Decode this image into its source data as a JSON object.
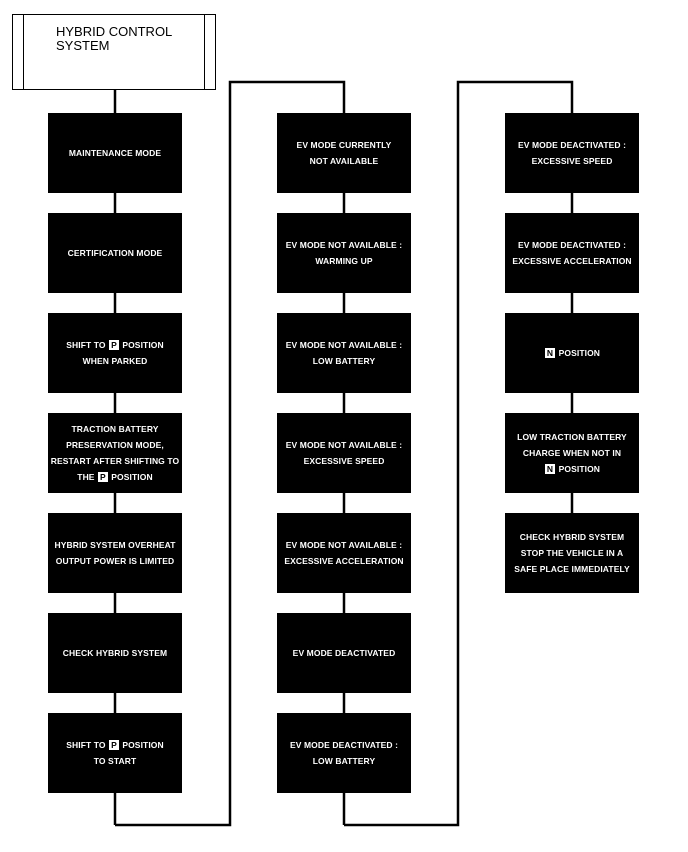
{
  "title": "HYBRID CONTROL\nSYSTEM",
  "colors": {
    "box": "#000000",
    "text": "#ffffff",
    "line": "#000000"
  },
  "columns": [
    [
      {
        "lines": [
          "MAINTENANCE MODE"
        ]
      },
      {
        "lines": [
          "CERTIFICATION MODE"
        ]
      },
      {
        "lines": [
          "SHIFT TO [P] POSITION",
          "WHEN PARKED"
        ]
      },
      {
        "lines": [
          "TRACTION BATTERY",
          "PRESERVATION MODE,",
          "RESTART AFTER SHIFTING TO",
          "THE [P] POSITION"
        ]
      },
      {
        "lines": [
          "HYBRID SYSTEM OVERHEAT",
          "OUTPUT POWER IS LIMITED"
        ]
      },
      {
        "lines": [
          "CHECK HYBRID SYSTEM"
        ]
      },
      {
        "lines": [
          "SHIFT TO [P] POSITION",
          "TO START"
        ]
      }
    ],
    [
      {
        "lines": [
          "EV MODE CURRENTLY",
          "NOT AVAILABLE"
        ]
      },
      {
        "lines": [
          "EV MODE NOT AVAILABLE :",
          "WARMING UP"
        ]
      },
      {
        "lines": [
          "EV MODE NOT AVAILABLE :",
          "LOW BATTERY"
        ]
      },
      {
        "lines": [
          "EV MODE NOT AVAILABLE :",
          "EXCESSIVE SPEED"
        ]
      },
      {
        "lines": [
          "EV MODE NOT AVAILABLE :",
          "EXCESSIVE ACCELERATION"
        ]
      },
      {
        "lines": [
          "EV MODE DEACTIVATED"
        ]
      },
      {
        "lines": [
          "EV MODE DEACTIVATED :",
          "LOW BATTERY"
        ]
      }
    ],
    [
      {
        "lines": [
          "EV MODE DEACTIVATED :",
          "EXCESSIVE SPEED"
        ]
      },
      {
        "lines": [
          "EV MODE DEACTIVATED :",
          "EXCESSIVE ACCELERATION"
        ]
      },
      {
        "lines": [
          "[N] POSITION"
        ]
      },
      {
        "lines": [
          "LOW TRACTION BATTERY",
          "CHARGE WHEN NOT IN",
          "[N] POSITION"
        ]
      },
      {
        "lines": [
          "CHECK HYBRID SYSTEM",
          "STOP THE VEHICLE IN A",
          "SAFE PLACE IMMEDIATELY"
        ]
      }
    ]
  ]
}
